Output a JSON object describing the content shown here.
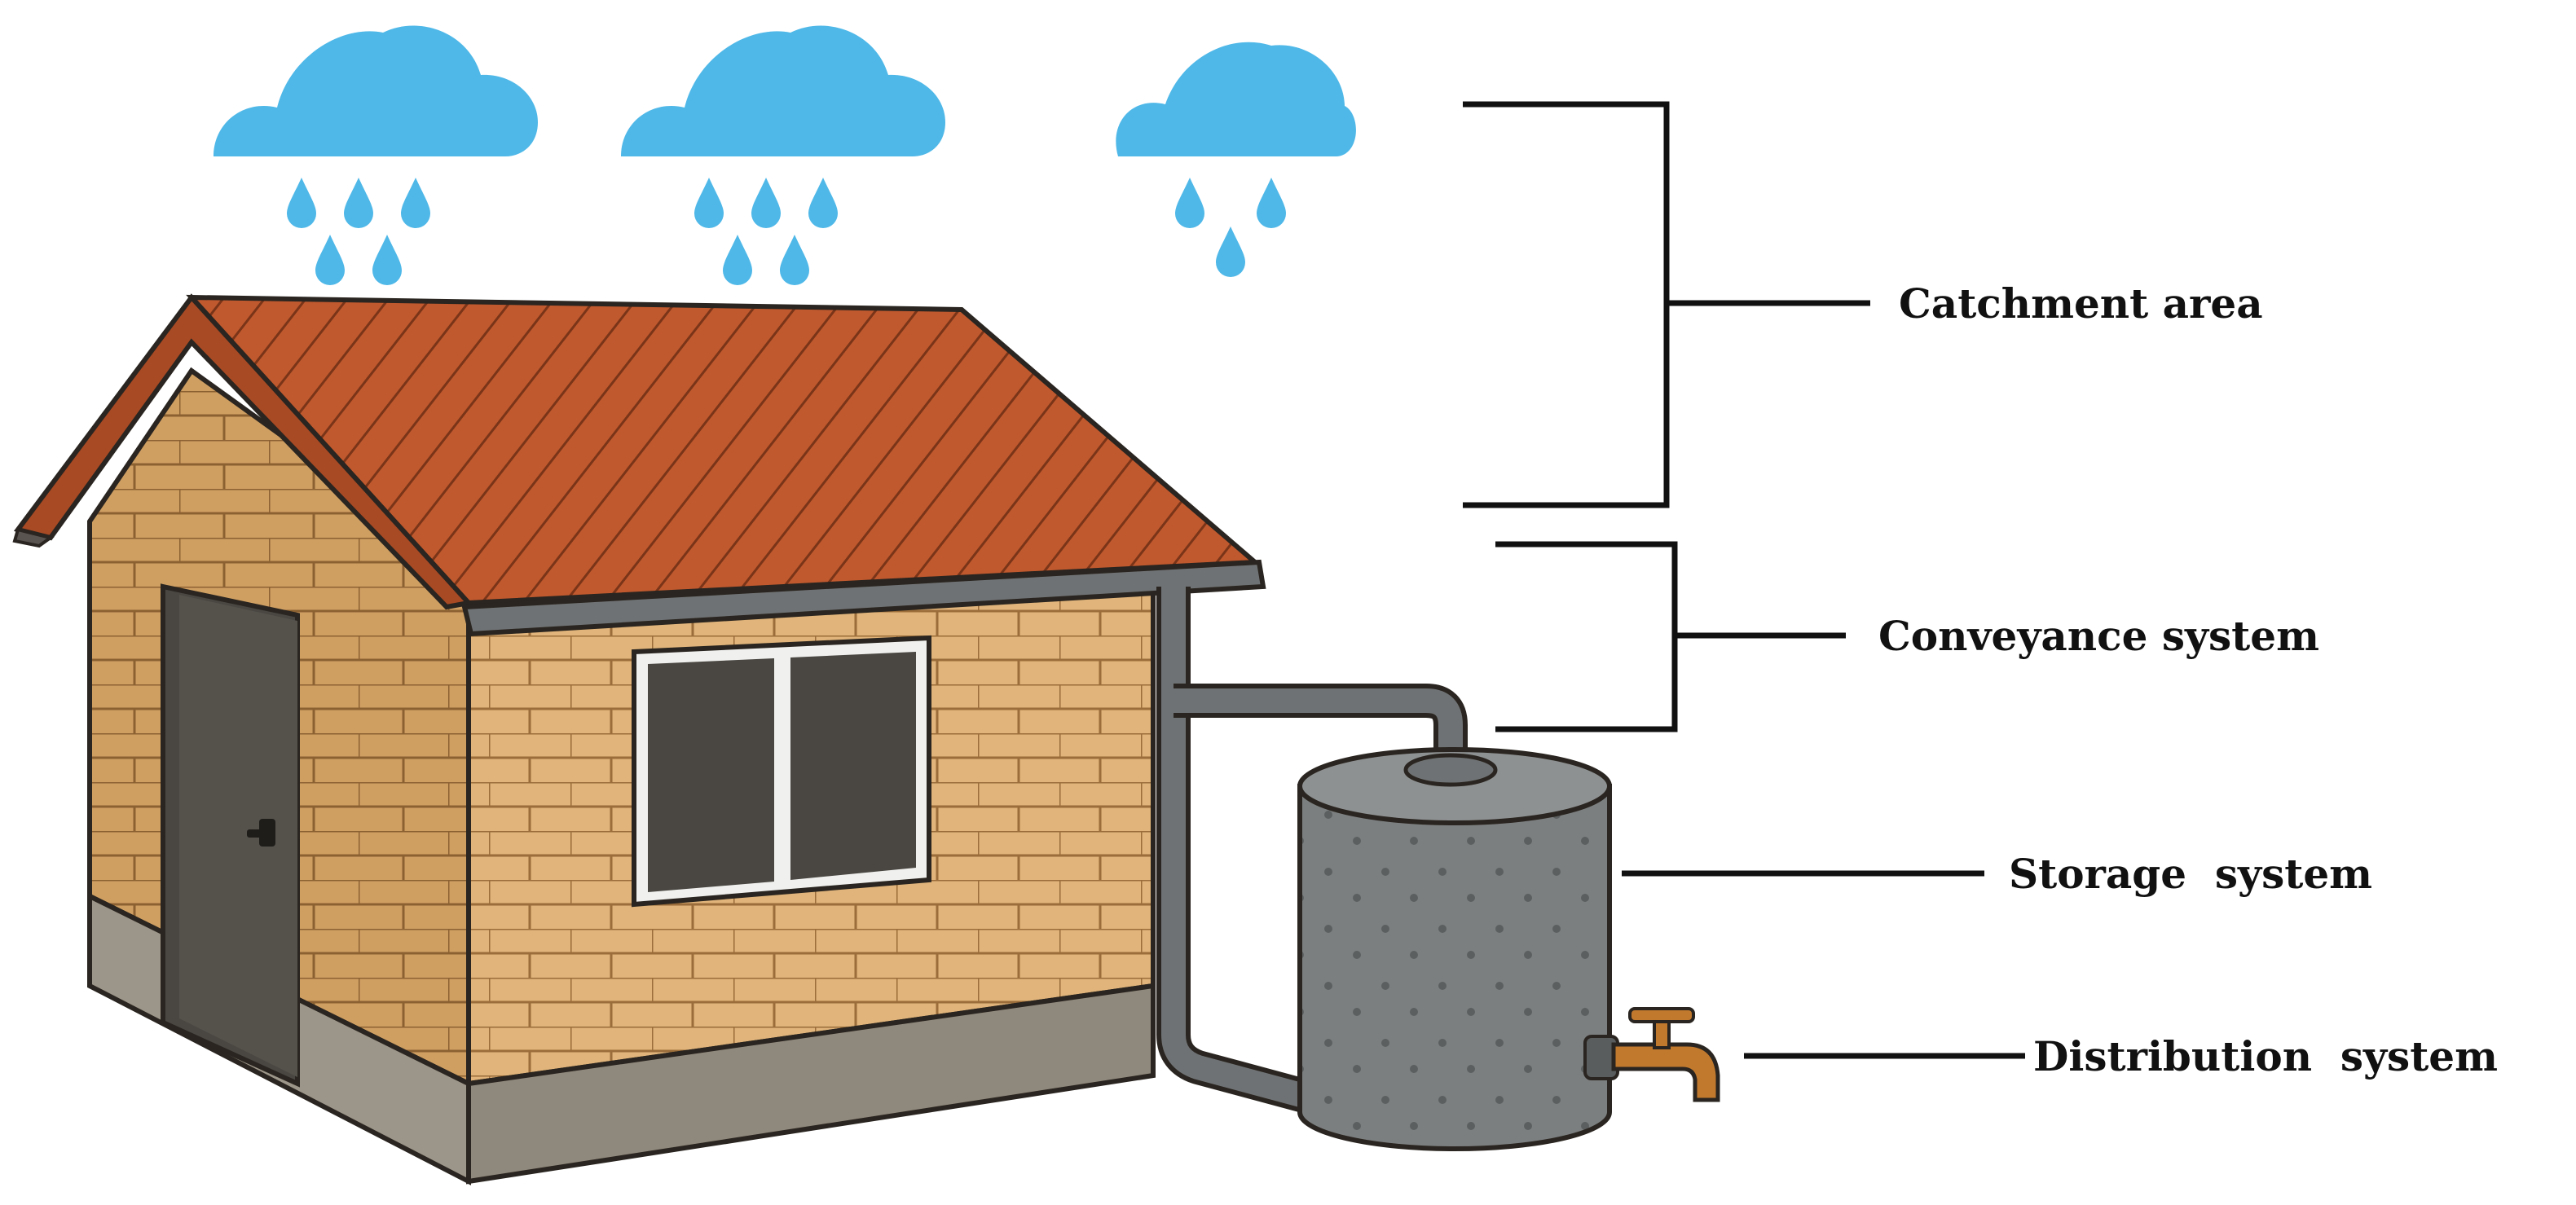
{
  "labels": {
    "catchment": "Catchment area",
    "conveyance": "Conveyance system",
    "storage": "Storage  system",
    "distribution": "Distribution  system"
  },
  "colors": {
    "rain": "#4fb8e8",
    "roof": "#c0592e",
    "roof_line": "#7a3418",
    "wall": "#e0b47a",
    "wall_shade": "#c99b5f",
    "door": "#4a4742",
    "window": "#4a4742",
    "gutter": "#6f7274",
    "tank": "#7c7f80",
    "faucet": "#c1792e",
    "foundation": "#9c9589",
    "bracket": "#111111"
  },
  "icons": {
    "cloud": "rain-cloud-icon",
    "house": "house-icon",
    "tank": "storage-tank-icon",
    "faucet": "faucet-icon"
  }
}
